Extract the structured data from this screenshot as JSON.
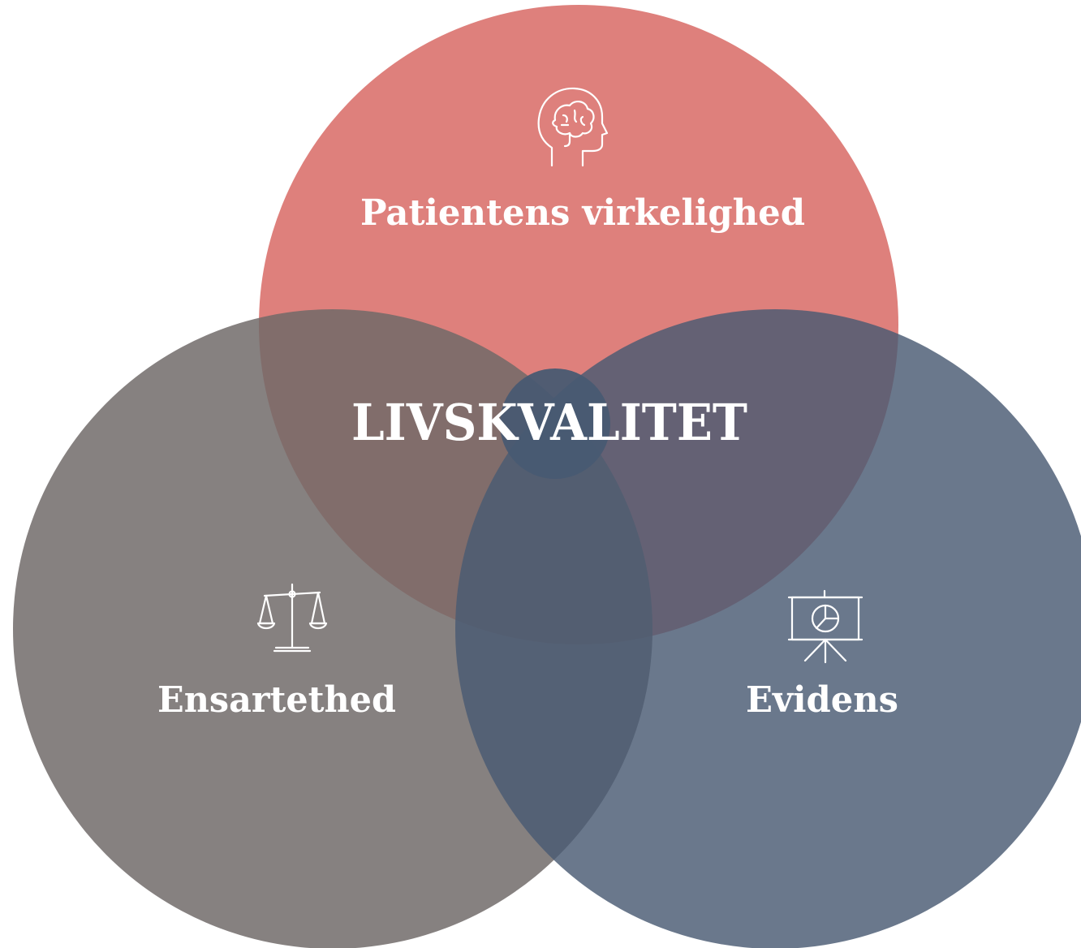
{
  "diagram": {
    "type": "venn",
    "center_label": "LIVSKVALITET",
    "circles": [
      {
        "id": "top",
        "label": "Patientens virkelighed",
        "icon": "head-brain-icon",
        "color": "#de807c"
      },
      {
        "id": "left",
        "label": "Ensartethed",
        "icon": "balance-scale-icon",
        "color": "#6f6968"
      },
      {
        "id": "right",
        "label": "Evidens",
        "icon": "presentation-pie-chart-icon",
        "color": "#495a73"
      }
    ],
    "center_color": "#485a72"
  }
}
